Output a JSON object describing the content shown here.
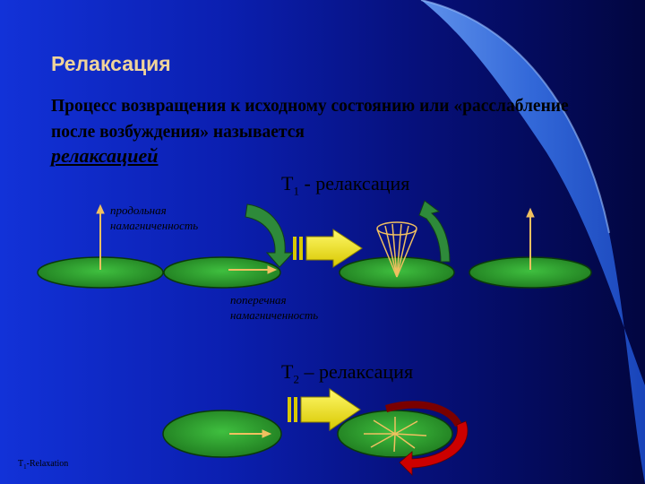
{
  "title": "Релаксация",
  "paragraph": "Процесс возвращения к исходному состоянию или «расслабление после возбуждения» называется",
  "term": "релаксацией",
  "t1_heading": {
    "symbol": "T",
    "sub": "1",
    "text": " - релаксация"
  },
  "t2_heading": {
    "symbol": "T",
    "sub": "2",
    "text": " – релаксация"
  },
  "longitudinal_label": "продольная намагниченность",
  "transverse_label": "поперечная намагниченность",
  "corner_label": {
    "symbol": "T",
    "sub": "1",
    "text": "-Relaxation"
  },
  "colors": {
    "ellipse_fill": "#2e9e2e",
    "arrow_fill": "#f2e600",
    "curved_arrow": "#2e8a3a",
    "spin_red": "#cc0000",
    "vector": "#f0c060"
  }
}
